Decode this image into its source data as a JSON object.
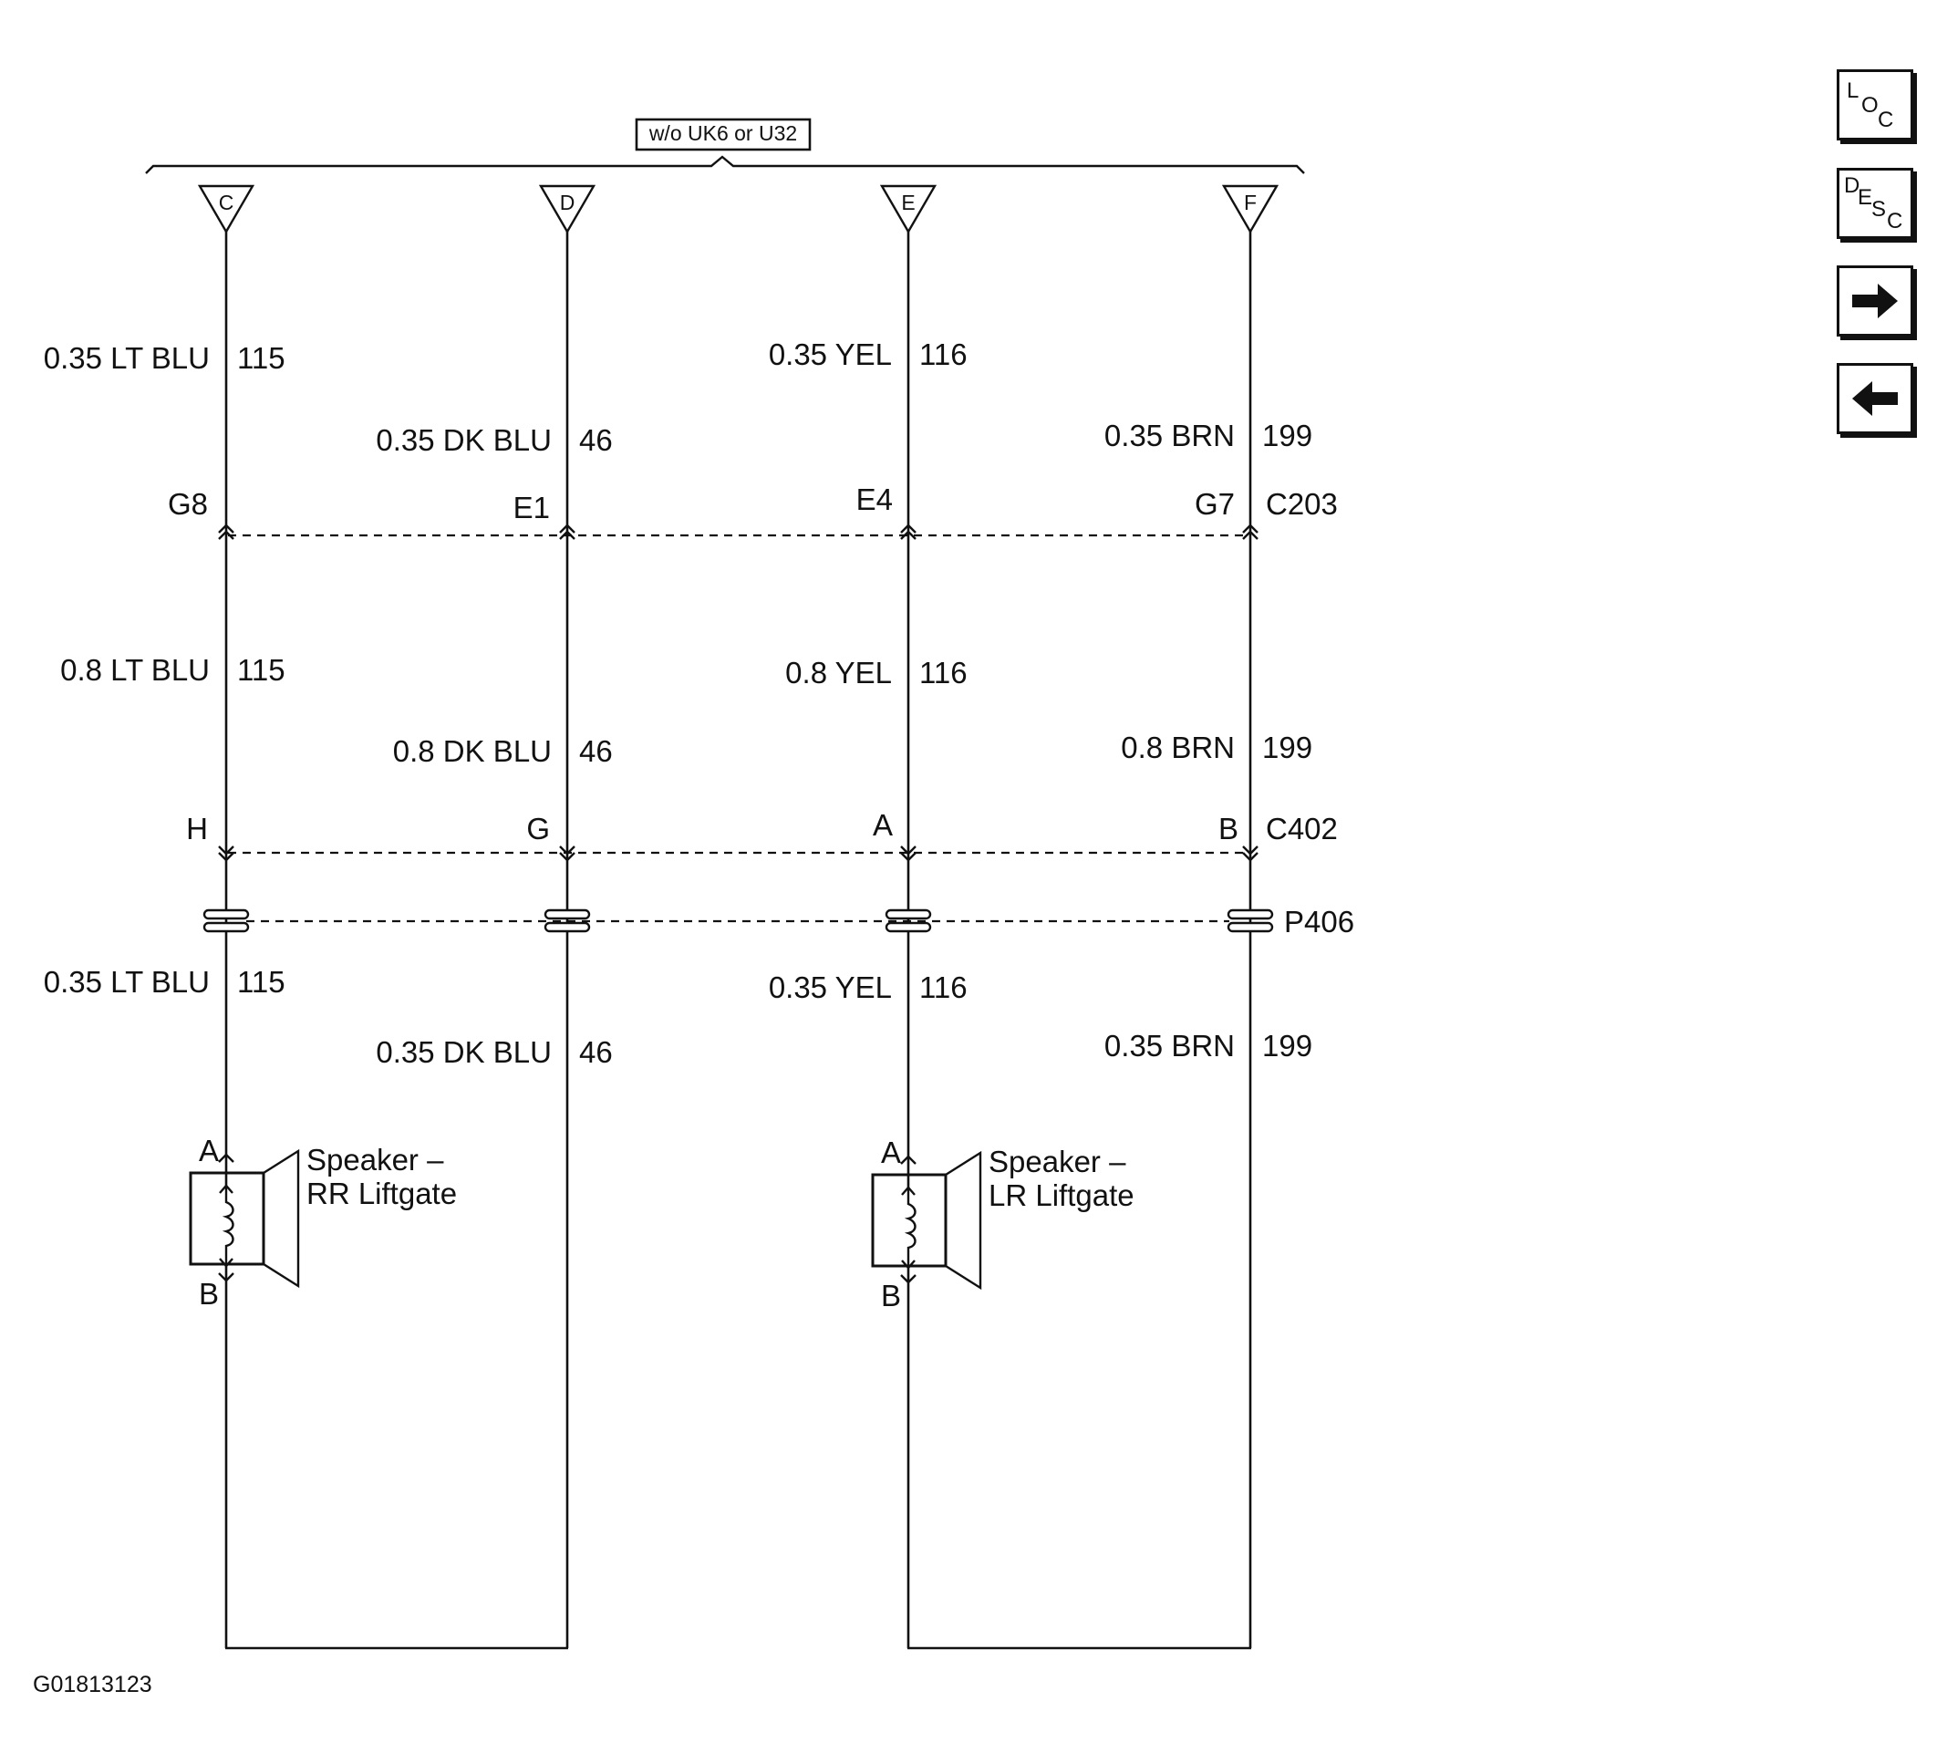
{
  "option_label": "w/o UK6 or U32",
  "inline_connectors": [
    "C",
    "D",
    "E",
    "F"
  ],
  "wires_top": [
    {
      "label": "0.35 LT BLU",
      "circuit": "115"
    },
    {
      "label": "0.35 DK BLU",
      "circuit": "46"
    },
    {
      "label": "0.35 YEL",
      "circuit": "116"
    },
    {
      "label": "0.35 BRN",
      "circuit": "199"
    }
  ],
  "c203": {
    "name": "C203",
    "pins": [
      "G8",
      "E1",
      "E4",
      "G7"
    ]
  },
  "wires_mid": [
    {
      "label": "0.8 LT BLU",
      "circuit": "115"
    },
    {
      "label": "0.8 DK BLU",
      "circuit": "46"
    },
    {
      "label": "0.8 YEL",
      "circuit": "116"
    },
    {
      "label": "0.8 BRN",
      "circuit": "199"
    }
  ],
  "c402": {
    "name": "C402",
    "pins": [
      "H",
      "G",
      "A",
      "B"
    ]
  },
  "p406": {
    "name": "P406"
  },
  "wires_bottom": [
    {
      "label": "0.35 LT BLU",
      "circuit": "115"
    },
    {
      "label": "0.35 DK BLU",
      "circuit": "46"
    },
    {
      "label": "0.35 YEL",
      "circuit": "116"
    },
    {
      "label": "0.35 BRN",
      "circuit": "199"
    }
  ],
  "speakers": [
    {
      "line1": "Speaker –",
      "line2": "RR Liftgate",
      "pin_a": "A",
      "pin_b": "B"
    },
    {
      "line1": "Speaker –",
      "line2": "LR Liftgate",
      "pin_a": "A",
      "pin_b": "B"
    }
  ],
  "figure_id": "G01813123",
  "nav": {
    "loc": {
      "l1": "L",
      "l2": "O",
      "l3": "C"
    },
    "desc": {
      "l1": "D",
      "l2": "E",
      "l3": "S",
      "l4": "C"
    }
  }
}
